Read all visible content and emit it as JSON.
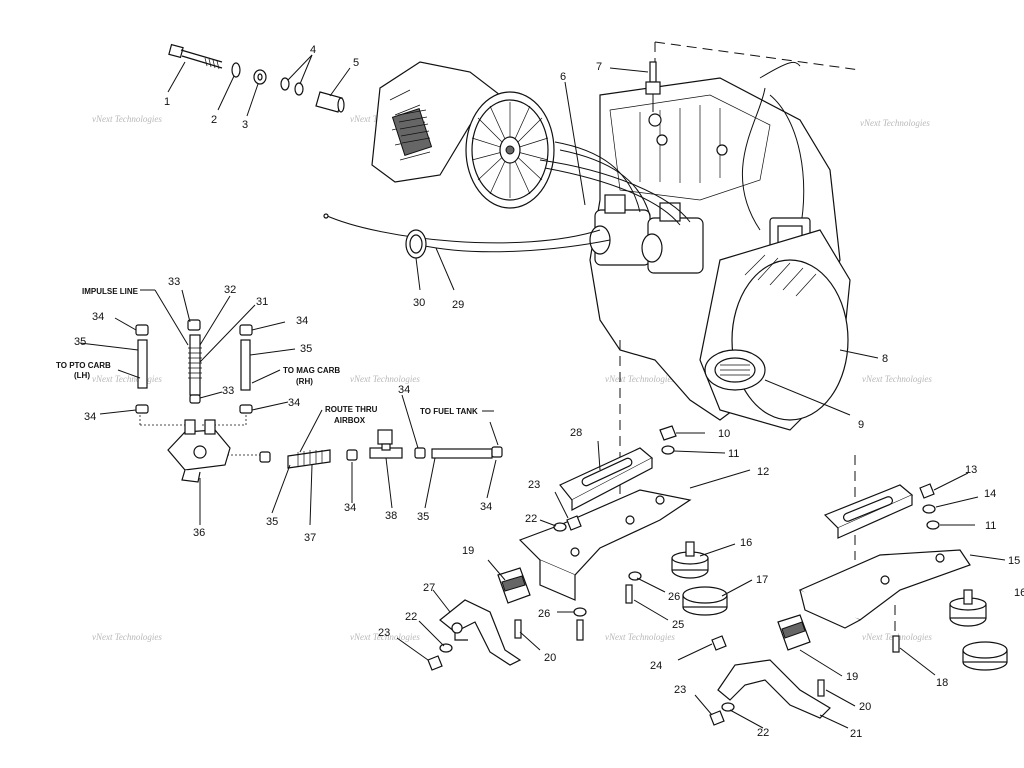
{
  "watermark": "vNext Technologies",
  "callouts": {
    "c1": "1",
    "c2": "2",
    "c3": "3",
    "c4": "4",
    "c5": "5",
    "c6": "6",
    "c7": "7",
    "c8": "8",
    "c9": "9",
    "c10": "10",
    "c11": "11",
    "c12": "12",
    "c13": "13",
    "c14": "14",
    "c15": "15",
    "c16": "16",
    "c17": "17",
    "c18": "18",
    "c19": "19",
    "c20": "20",
    "c21": "21",
    "c22": "22",
    "c23": "23",
    "c24": "24",
    "c25": "25",
    "c26": "26",
    "c27": "27",
    "c28": "28",
    "c29": "29",
    "c30": "30",
    "c31": "31",
    "c32": "32",
    "c33": "33",
    "c34": "34",
    "c35": "35",
    "c36": "36",
    "c37": "37",
    "c38": "38"
  },
  "labels": {
    "impulse_line": "IMPULSE LINE",
    "to_pto_carb": "TO PTO CARB",
    "to_pto_carb_side": "(LH)",
    "to_mag_carb": "TO MAG CARB",
    "to_mag_carb_side": "(RH)",
    "route_thru": "ROUTE THRU",
    "airbox": "AIRBOX",
    "to_fuel_tank": "TO FUEL TANK"
  }
}
